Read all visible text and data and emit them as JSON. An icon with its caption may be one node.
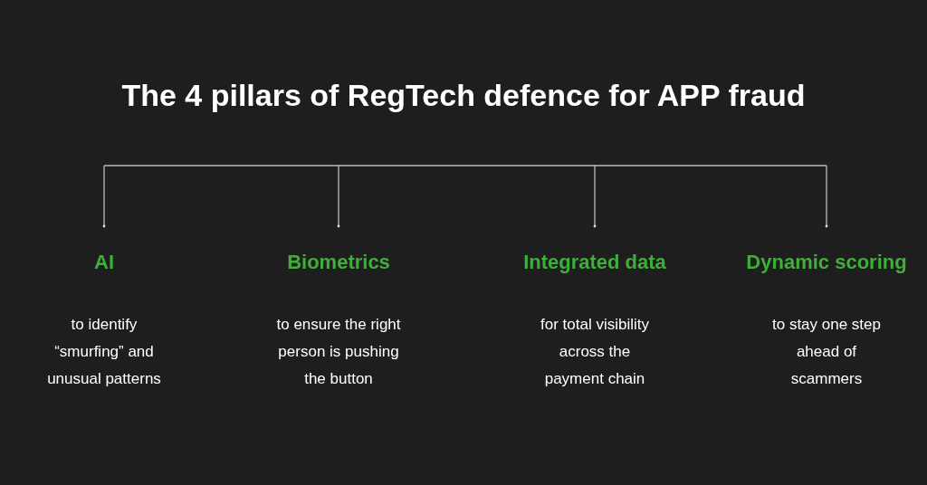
{
  "diagram": {
    "title": "The 4 pillars of RegTech defence for APP fraud",
    "nodes": [
      {
        "text": [
          "AI",
          "to identify “smurfing” and unusual patterns"
        ]
      },
      {
        "text": [
          "Biometrics",
          "to ensure the right person is pushing the button"
        ]
      },
      {
        "text": [
          "Integrated data",
          "for total visibility across the payment chain"
        ]
      },
      {
        "text": [
          "Dynamic scoring",
          "to stay one step ahead of scammers"
        ]
      }
    ],
    "edges": []
  }
}
